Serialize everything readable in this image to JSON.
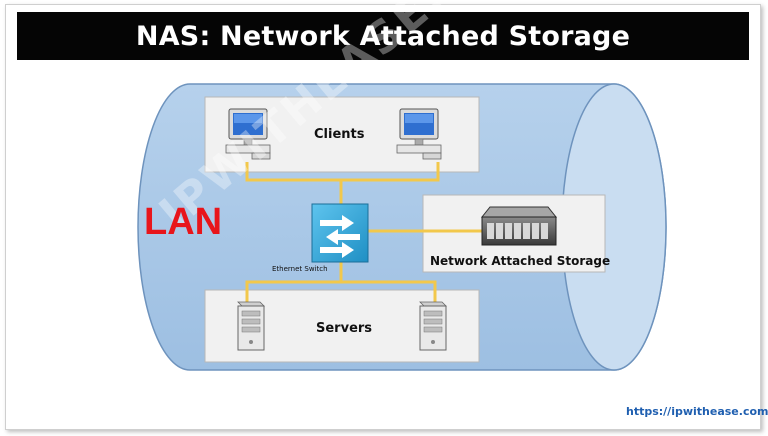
{
  "title": "NAS: Network Attached Storage",
  "labels": {
    "lan": "LAN",
    "clients": "Clients",
    "servers": "Servers",
    "ethernet_switch": "Ethernet Switch",
    "nas": "Network Attached Storage"
  },
  "footer": {
    "url": "https://ipwithease.com"
  },
  "watermark": "IPWITHEASE.COM",
  "colors": {
    "title_bar": "#050505",
    "lan_cylinder": "#a9c7e6",
    "lan_text": "#e8151b",
    "links": "#f2c84b",
    "switch": "#34a8d8",
    "url": "#1f5fb0"
  },
  "icons": [
    "client-monitor-icon",
    "server-tower-icon",
    "ethernet-switch-icon",
    "nas-device-icon"
  ]
}
